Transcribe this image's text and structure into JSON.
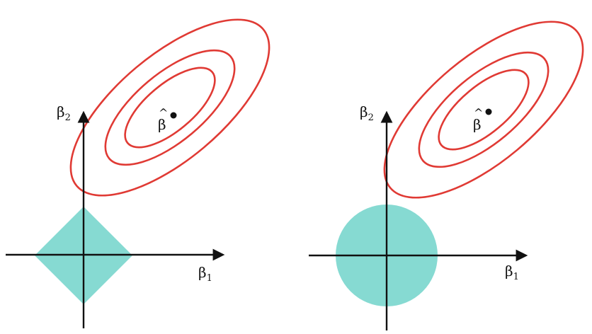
{
  "colors": {
    "constraint": "#86dad2",
    "contour": "#e03a34",
    "axis": "#111111",
    "point": "#111111"
  },
  "panels": [
    {
      "constraint_shape": "diamond",
      "x_axis_label": {
        "main": "β",
        "sub": "1"
      },
      "y_axis_label": {
        "main": "β",
        "sub": "2"
      },
      "estimate_label": {
        "base": "β",
        "accent": "^"
      }
    },
    {
      "constraint_shape": "circle",
      "x_axis_label": {
        "main": "β",
        "sub": "1"
      },
      "y_axis_label": {
        "main": "β",
        "sub": "2"
      },
      "estimate_label": {
        "base": "β",
        "accent": "^"
      }
    }
  ]
}
